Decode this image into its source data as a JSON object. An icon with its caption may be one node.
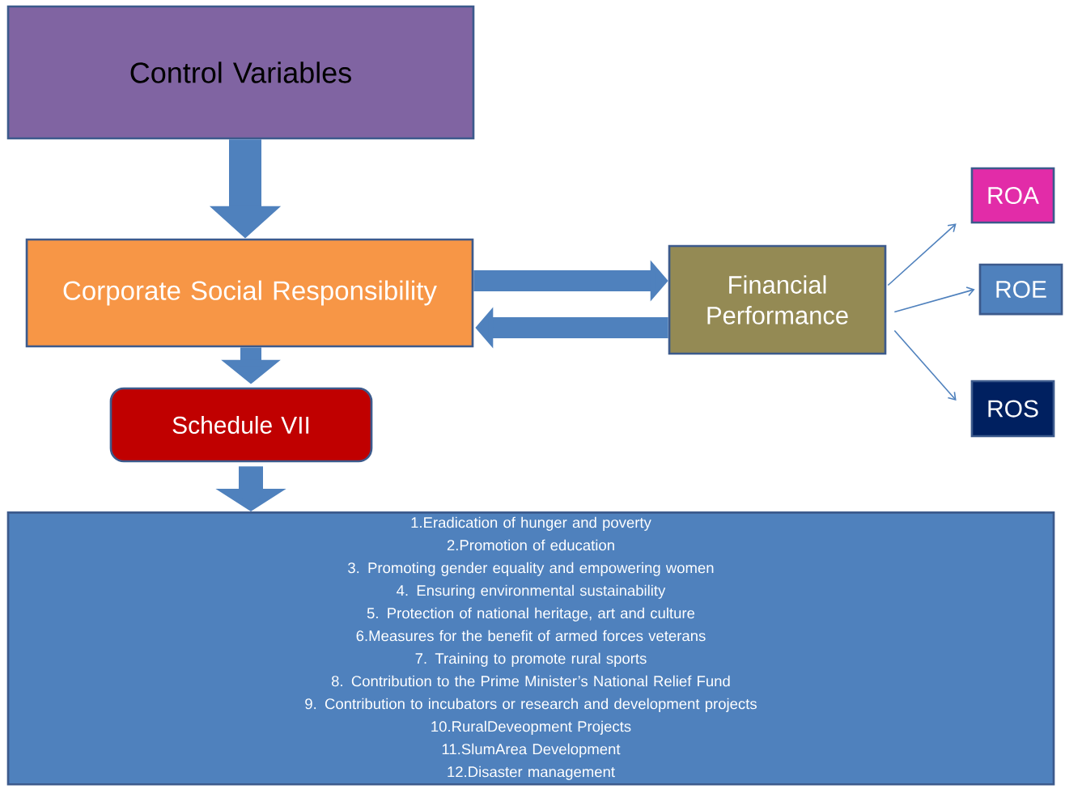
{
  "diagram": {
    "nodes": [
      {
        "text": [
          "Control Variables"
        ]
      },
      {
        "text": [
          "Corporate Social Responsibility"
        ]
      },
      {
        "text": [
          "Financial Performance"
        ]
      },
      {
        "text": [
          "ROA"
        ]
      },
      {
        "text": [
          "ROE"
        ]
      },
      {
        "text": [
          "ROS"
        ]
      },
      {
        "text": [
          "Schedule VII"
        ]
      },
      {
        "text": [
          "1.Eradication of hunger and poverty",
          "2.Promotion of education",
          "3. Promoting gender equality and empowering women",
          "4. Ensuring environmental sustainability",
          "5. Protection of national heritage, art and culture",
          "6.Measures for the benefit of armed forces veterans",
          "7. Training to promote rural sports",
          "8. Contribution to the Prime Minister’s National Relief Fund",
          "9. Contribution to incubators or research and development projects",
          "10.RuralDeveopment Projects",
          "11.SlumArea  Development",
          "12.Disaster management"
        ]
      }
    ],
    "edges": [
      {
        "from": 0,
        "to": 1,
        "arrow": "to"
      },
      {
        "from": 1,
        "to": 2,
        "arrow": "to"
      },
      {
        "from": 2,
        "to": 1,
        "arrow": "to"
      },
      {
        "from": 1,
        "to": 6,
        "arrow": "to"
      },
      {
        "from": 6,
        "to": 7,
        "arrow": "to"
      },
      {
        "from": 2,
        "to": 3,
        "arrow": "to"
      },
      {
        "from": 2,
        "to": 4,
        "arrow": "to"
      },
      {
        "from": 2,
        "to": 5,
        "arrow": "to"
      }
    ]
  }
}
